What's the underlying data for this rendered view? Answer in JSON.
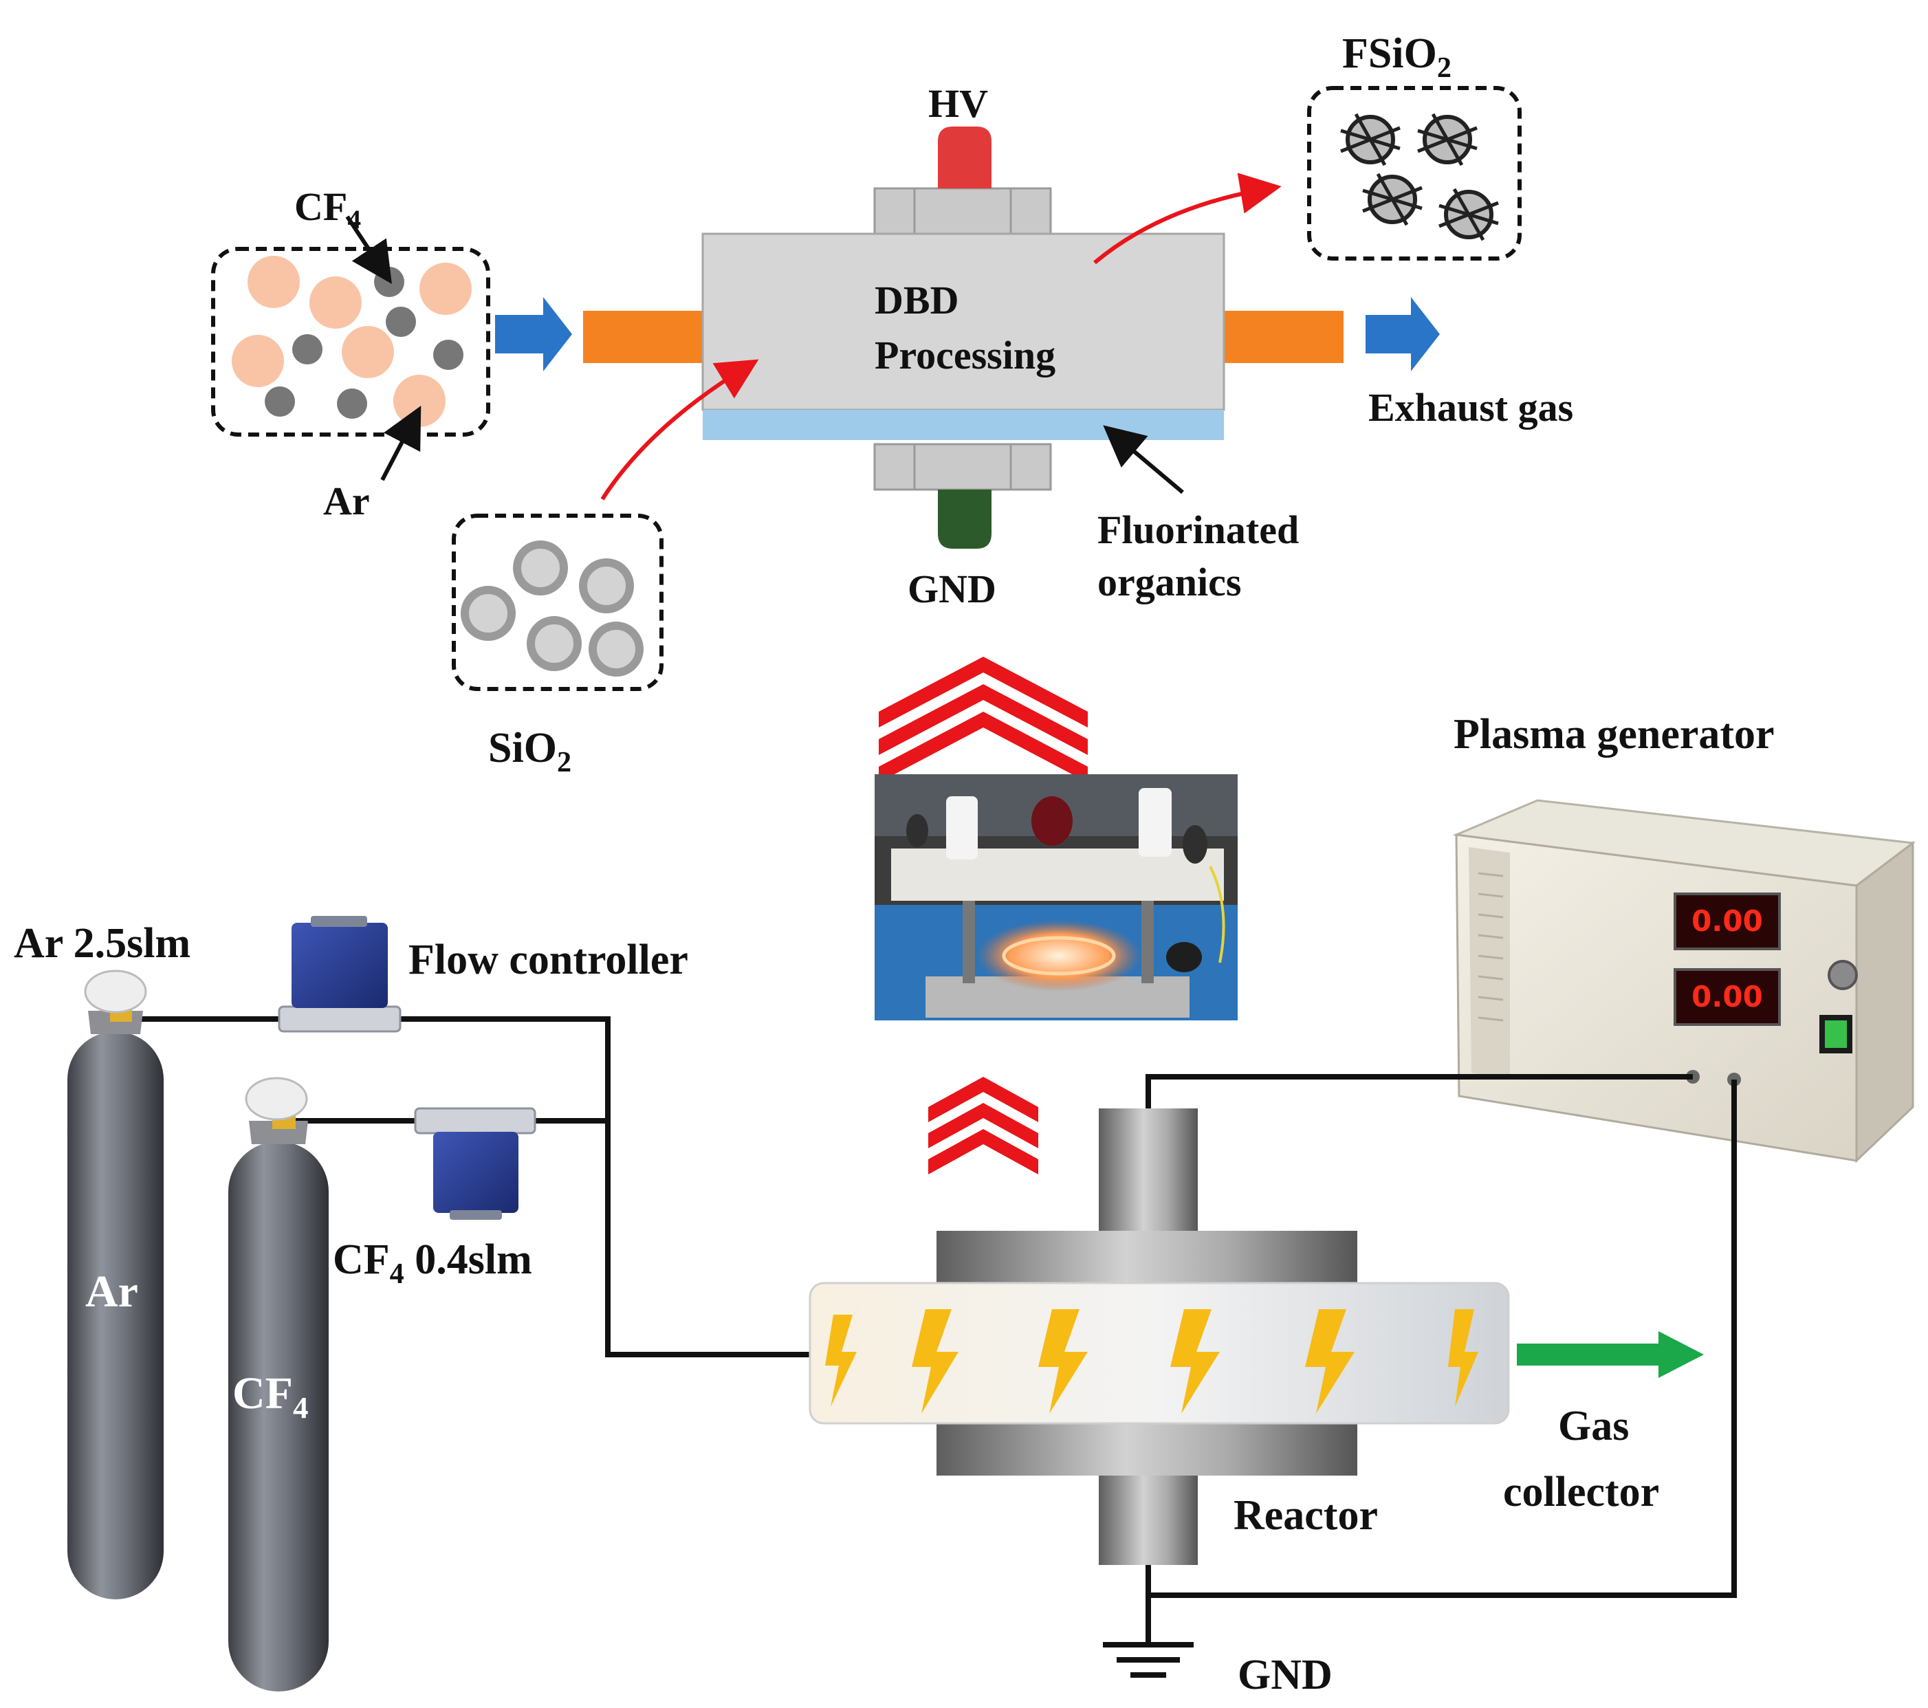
{
  "top": {
    "hv_label": "HV",
    "gnd_label": "GND",
    "dbd_line1": "DBD",
    "dbd_line2": "Processing",
    "cf4_main": "CF",
    "cf4_sub": "4",
    "ar_label": "Ar",
    "sio2_main": "SiO",
    "sio2_sub": "2",
    "fsio2_main": "FSiO",
    "fsio2_sub": "2",
    "exhaust_label": "Exhaust gas",
    "fluor_line1": "Fluorinated",
    "fluor_line2": "organics"
  },
  "bottom": {
    "plasma_generator_label": "Plasma generator",
    "meter_top": "0.00",
    "meter_bottom": "0.00",
    "flow_controller_label": "Flow controller",
    "ar_flow_label": "Ar 2.5slm",
    "cf4_flow_main": "CF",
    "cf4_flow_sub": "4",
    "cf4_flow_rest": " 0.4slm",
    "cyl_ar_label": "Ar",
    "cyl_cf4_main": "CF",
    "cyl_cf4_sub": "4",
    "gas_line1": "Gas",
    "gas_line2": "collector",
    "reactor_label": "Reactor",
    "gnd_label": "GND"
  },
  "colors": {
    "red_arrow": "#e8151b",
    "blue_arrow": "#2a75c8",
    "green_arrow": "#1aa84a",
    "orange_pipe": "#f58220",
    "peach_particle": "#f9c4a6",
    "dark_particle": "#777777",
    "hv_electrode": "#e13a3a",
    "gnd_electrode": "#2d5a2a",
    "fluor_layer": "#9ecbea",
    "bolt": "#f7bb16"
  }
}
